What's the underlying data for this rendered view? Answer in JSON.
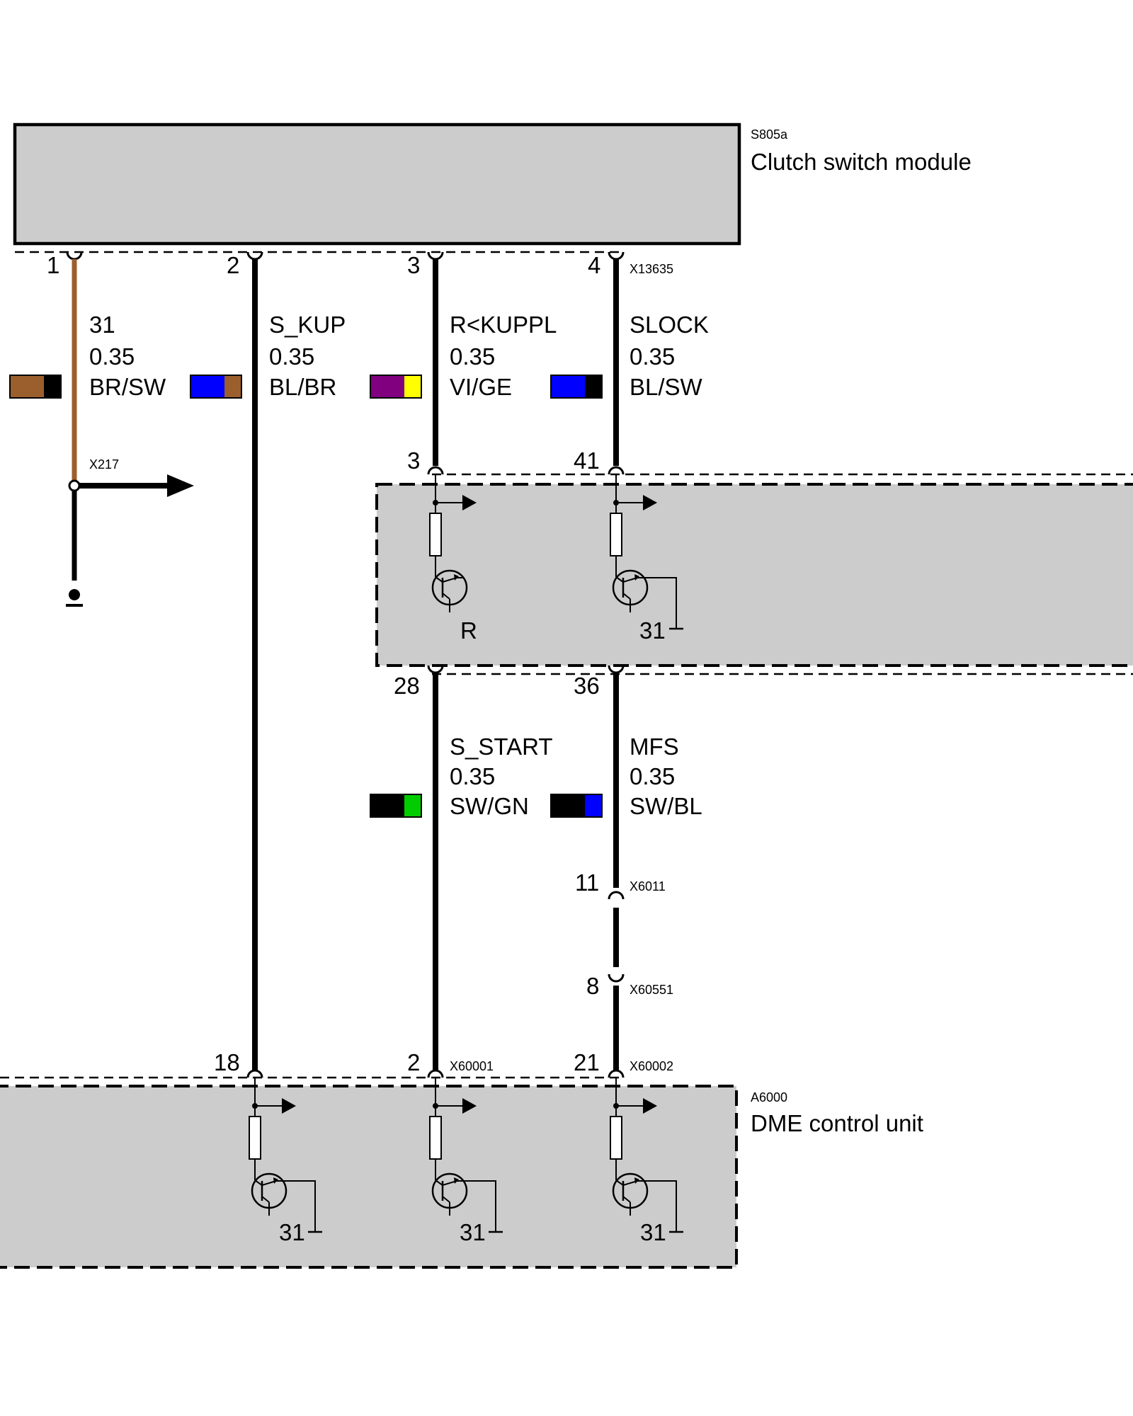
{
  "modules": {
    "clutch": {
      "code": "S805a",
      "name": "Clutch switch module"
    },
    "middle": {
      "pins_top": [
        "3",
        "41"
      ],
      "pins_bottom": [
        "28",
        "36"
      ],
      "labels": [
        "R",
        "31"
      ]
    },
    "dme": {
      "code": "A6000",
      "name": "DME control unit",
      "labels": [
        "31",
        "31",
        "31"
      ]
    }
  },
  "connectors": {
    "top": "X13635",
    "splice": "X217",
    "x6011": "X6011",
    "x60551": "X60551",
    "x60001": "X60001",
    "x60002": "X60002"
  },
  "wires": [
    {
      "pin": "1",
      "signal": "31",
      "size": "0.35",
      "color_code": "BR/SW",
      "colors": [
        "#9b5f2e",
        "#000000"
      ]
    },
    {
      "pin": "2",
      "signal": "S_KUP",
      "size": "0.35",
      "color_code": "BL/BR",
      "colors": [
        "#0000ff",
        "#9b5f2e"
      ]
    },
    {
      "pin": "3",
      "signal": "R<KUPPL",
      "size": "0.35",
      "color_code": "VI/GE",
      "colors": [
        "#800080",
        "#ffff00"
      ]
    },
    {
      "pin": "4",
      "signal": "SLOCK",
      "size": "0.35",
      "color_code": "BL/SW",
      "colors": [
        "#0000ff",
        "#000000"
      ]
    }
  ],
  "lower_wires": [
    {
      "signal": "S_START",
      "size": "0.35",
      "color_code": "SW/GN",
      "colors": [
        "#000000",
        "#00cc00"
      ]
    },
    {
      "signal": "MFS",
      "size": "0.35",
      "color_code": "SW/BL",
      "colors": [
        "#000000",
        "#0000ff"
      ]
    }
  ],
  "inline_pins": {
    "x6011": "11",
    "x60551": "8"
  },
  "dme_pins": [
    "18",
    "2",
    "21"
  ],
  "colors": {
    "module_fill": "#cccccc",
    "line": "#000000",
    "brown_wire": "#9b5f2e"
  }
}
